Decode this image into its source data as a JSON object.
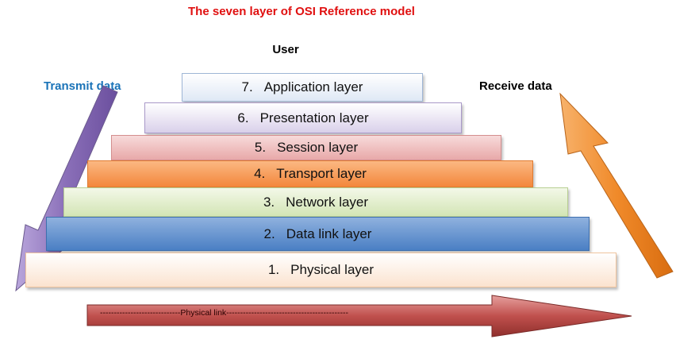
{
  "title": "The seven layer of OSI Reference model",
  "user_label": "User",
  "transmit_label": "Transmit data",
  "receive_label": "Receive data",
  "layers": [
    {
      "num": "7.",
      "name": "Application layer",
      "color": "#dfe8f5"
    },
    {
      "num": "6.",
      "name": "Presentation layer",
      "color": "#d9d0ea"
    },
    {
      "num": "5.",
      "name": "Session layer",
      "color": "#e8a9a9"
    },
    {
      "num": "4.",
      "name": "Transport layer",
      "color": "#f3873c"
    },
    {
      "num": "3.",
      "name": "Network layer",
      "color": "#d3e5b5"
    },
    {
      "num": "2.",
      "name": "Data link layer",
      "color": "#4a7fc4"
    },
    {
      "num": "1.",
      "name": "Physical layer",
      "color": "#fbe3cf"
    }
  ],
  "physical_link_label": "-----------------------------Physical link--------------------------------------------",
  "arrow_colors": {
    "transmit": "#8a6fb8",
    "receive": "#f08a2a",
    "physical_link": "#c0504d"
  }
}
